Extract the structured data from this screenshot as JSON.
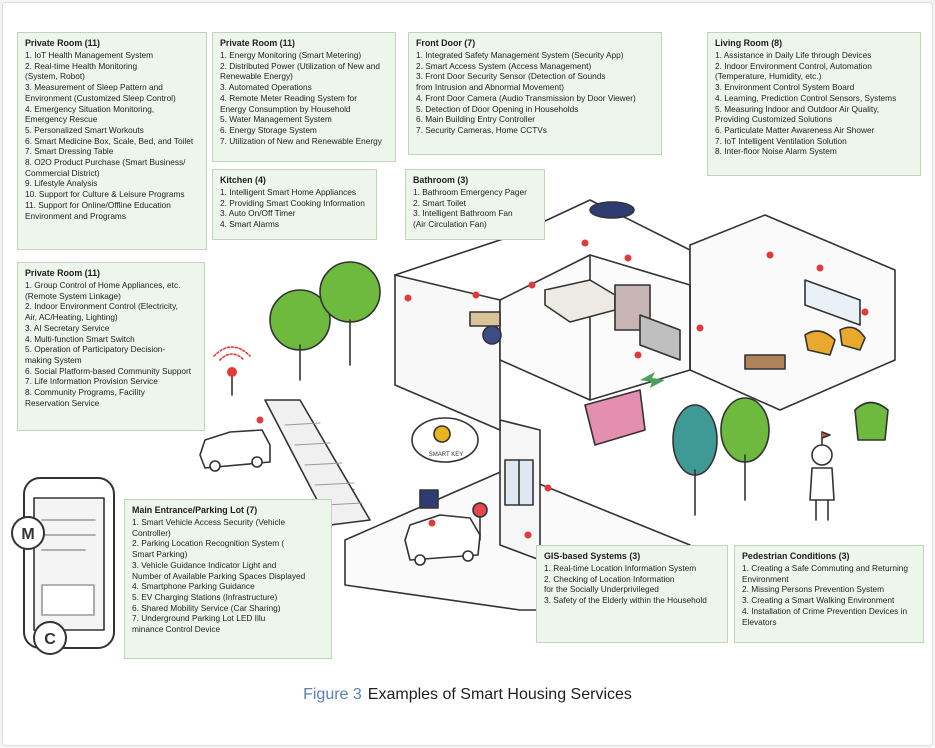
{
  "caption": {
    "figure": "Figure 3",
    "title": "Examples of Smart Housing Services"
  },
  "colors": {
    "box_bg": "#eef5ec",
    "box_border": "#bcd6b7",
    "figure_label": "#5b7fb4",
    "sensor_red": "#e03a3a",
    "tree_green": "#6dba3f",
    "arrow_green": "#4aa05a"
  },
  "boxes": {
    "private_room_a": {
      "title": "Private Room (11)",
      "items": [
        "1. IoT Health Management System",
        "2. Real-time Health Monitoring\n(System, Robot)",
        "3. Measurement of Sleep Pattern and\nEnvironment (Customized Sleep Control)",
        "4. Emergency Situation Monitoring,\nEmergency Rescue",
        "5. Personalized Smart Workouts",
        "6. Smart Medicine Box, Scale, Bed, and Toilet",
        "7. Smart Dressing Table",
        "8. O2O Product Purchase (Smart Business/\nCommercial District)",
        "9. Lifestyle Analysis",
        "10. Support for Culture & Leisure Programs",
        "11. Support for Online/Offline Education\nEnvironment and Programs"
      ]
    },
    "private_room_b": {
      "title": "Private Room (11)",
      "items": [
        "1. Energy Monitoring (Smart Metering)",
        "2. Distributed Power (Utilization of New and\nRenewable Energy)",
        "3. Automated Operations",
        "4. Remote Meter Reading System for\nEnergy Consumption by Household",
        "5. Water Management System",
        "6. Energy Storage System",
        "7. Utilization of New and Renewable Energy"
      ]
    },
    "front_door": {
      "title": "Front Door (7)",
      "items": [
        "1. Integrated Safety Management System (Security App)",
        "2. Smart Access System (Access Management)",
        "3. Front Door Security Sensor (Detection of Sounds\nfrom Intrusion and Abnormal Movement)",
        "4. Front Door Camera (Audio Transmission by Door Viewer)",
        "5. Detection of Door Opening in Households",
        "6. Main Building Entry Controller",
        "7. Security Cameras, Home CCTVs"
      ]
    },
    "living_room": {
      "title": "Living Room (8)",
      "items": [
        "1. Assistance in Daily Life through Devices",
        "2. Indoor Environment Control, Automation\n(Temperature, Humidity, etc.)",
        "3. Environment Control System Board",
        "4. Learning, Prediction Control Sensors, Systems",
        "5. Measuring Indoor and Outdoor Air Quality,\nProviding Customized Solutions",
        "6. Particulate Matter Awareness Air Shower",
        "7. IoT Intelligent Ventilation Solution",
        "8. Inter-floor Noise Alarm System"
      ]
    },
    "kitchen": {
      "title": "Kitchen (4)",
      "items": [
        "1. Intelligent Smart Home Appliances",
        "2. Providing Smart Cooking Information",
        "3. Auto On/Off Timer",
        "4. Smart Alarms"
      ]
    },
    "bathroom": {
      "title": "Bathroom (3)",
      "items": [
        "1. Bathroom Emergency Pager",
        "2. Smart Toilet",
        "3. Intelligent Bathroom Fan\n(Air Circulation Fan)"
      ]
    },
    "private_room_c": {
      "title": "Private Room (11)",
      "items": [
        "1. Group Control of Home Appliances, etc.\n(Remote System Linkage)",
        "2. Indoor Environment Control (Electricity,\nAir, AC/Heating, Lighting)",
        "3. AI Secretary Service",
        "4. Multi-function Smart Switch",
        "5. Operation of Participatory Decision-\nmaking System",
        "6. Social Platform-based Community Support",
        "7. Life Information Provision Service",
        "8. Community Programs, Facility\nReservation Service"
      ]
    },
    "main_entrance": {
      "title": "Main Entrance/Parking Lot (7)",
      "items": [
        "1. Smart Vehicle Access Security (Vehicle\nController)",
        "2. Parking Location Recognition System (\nSmart Parking)",
        "3. Vehicle Guidance Indicator Light and\nNumber of Available Parking Spaces Displayed",
        "4. Smartphone Parking Guidance",
        "5. EV Charging Stations (Infrastructure)",
        "6. Shared Mobility Service (Car Sharing)",
        "7. Underground Parking Lot LED Illu\nminance  Control Device"
      ]
    },
    "gis": {
      "title": "GIS-based Systems (3)",
      "items": [
        "1. Real-time Location Information System",
        "2. Checking of Location Information\nfor the Socially Underprivileged",
        "3. Safety of the Elderly within the Household"
      ]
    },
    "pedestrian": {
      "title": "Pedestrian Conditions (3)",
      "items": [
        "1. Creating a Safe Commuting and Returning\nEnvironment",
        "2. Missing Persons Prevention System",
        "3. Creating a Smart Walking Environment",
        "4. Installation of Crime Prevention Devices in\nElevators"
      ]
    }
  },
  "illustration": {
    "phone_letters": {
      "m": "M",
      "c": "C"
    },
    "sign_text": "SMART KEY"
  }
}
